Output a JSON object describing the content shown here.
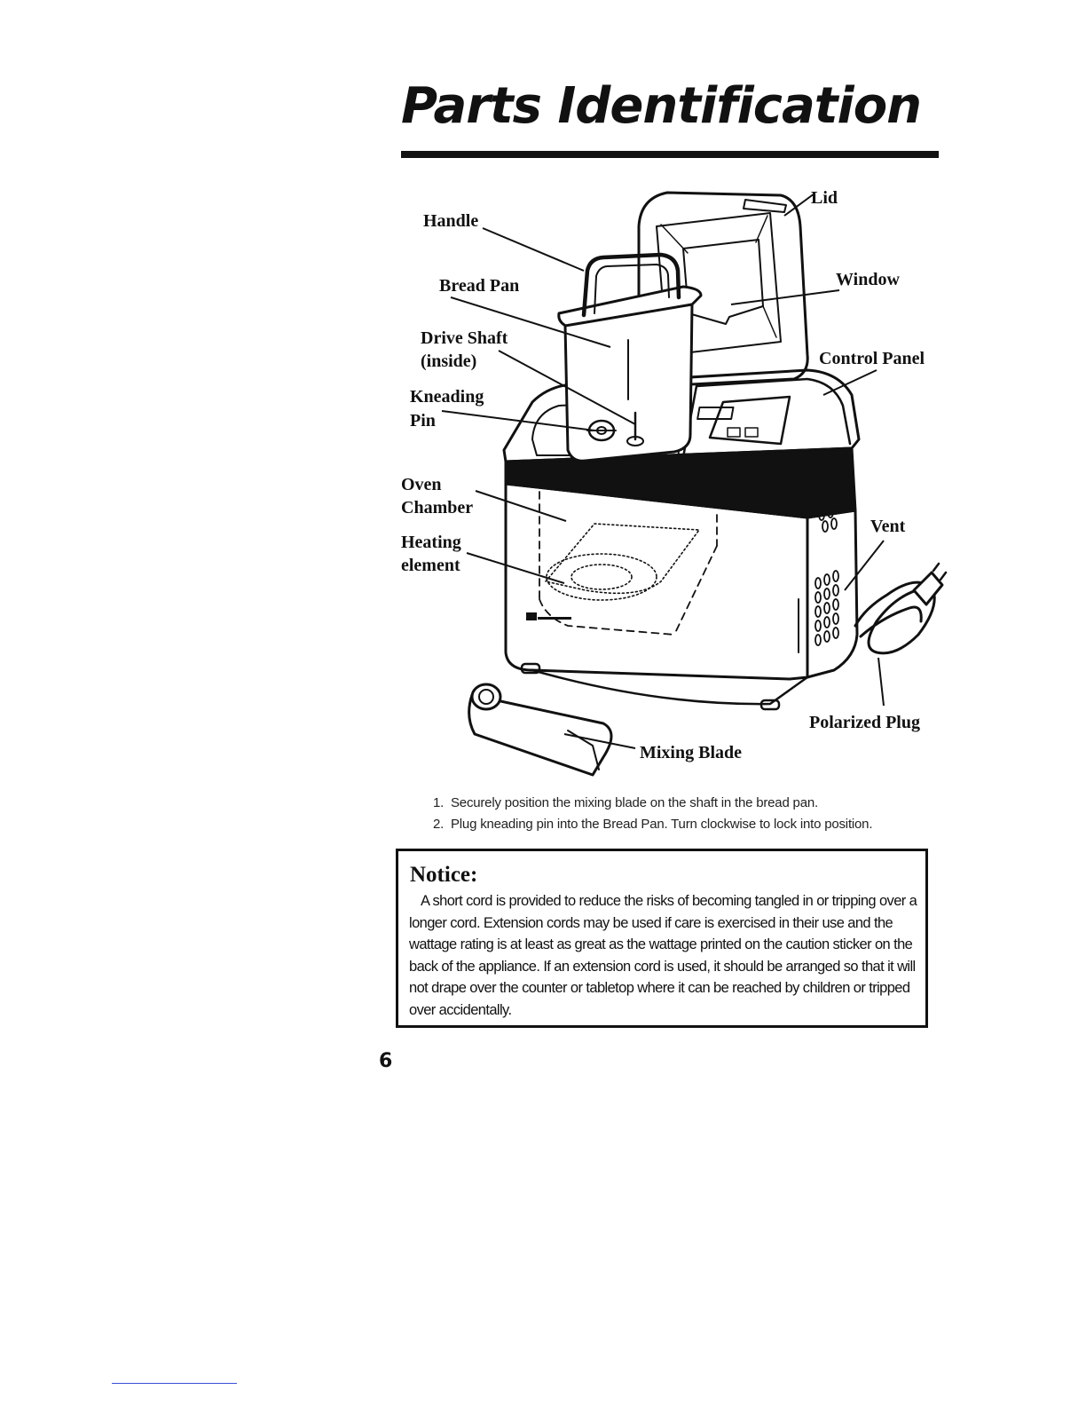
{
  "page": {
    "title": "Parts Identification",
    "page_number": "6"
  },
  "diagram": {
    "callouts": {
      "lid": "Lid",
      "handle": "Handle",
      "window": "Window",
      "bread_pan": "Bread Pan",
      "drive_shaft": "Drive Shaft",
      "drive_shaft_note": "(inside)",
      "control_panel": "Control Panel",
      "kneading": "Kneading",
      "pin": "Pin",
      "oven": "Oven",
      "chamber": "Chamber",
      "vent": "Vent",
      "heating": "Heating",
      "element": "element",
      "polarized_plug": "Polarized Plug",
      "mixing_blade": "Mixing Blade"
    }
  },
  "steps": [
    {
      "number": "1.",
      "text": "Securely position the mixing blade on the shaft in the bread pan."
    },
    {
      "number": "2.",
      "text": "Plug kneading pin into the Bread Pan. Turn clockwise to lock into position."
    }
  ],
  "notice": {
    "heading": "Notice:",
    "body": "A short cord is provided to reduce the risks of becoming tangled in or tripping over a longer cord. Extension cords may be used if care is exercised in their use and the wattage rating is at least as great as the wattage printed on the caution sticker on the back of the appliance. If an extension cord is used, it should be arranged so that it will not drape over the counter or tabletop where it can be reached by children or tripped over accidentally."
  }
}
